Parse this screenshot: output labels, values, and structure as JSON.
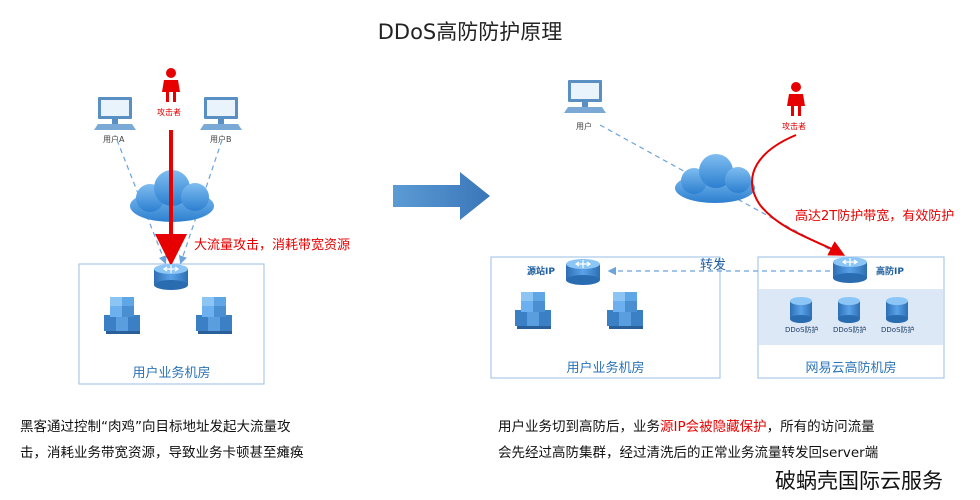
{
  "title": "DDoS高防防护原理",
  "left": {
    "user_a": "用户A",
    "user_b": "用户B",
    "attacker": "攻击者",
    "attack_caption": "大流量攻击，消耗带宽资源",
    "room_label": "用户业务机房",
    "description_line1": "黑客通过控制“肉鸡”向目标地址发起大流量攻",
    "description_line2": "击，消耗业务带宽资源，导致业务卡顿甚至瘫痪"
  },
  "right": {
    "user": "用户",
    "attacker": "攻击者",
    "bandwidth_caption": "高达2T防护带宽，有效防护",
    "origin_ip": "源站IP",
    "forward": "转发",
    "high_def_ip": "高防IP",
    "ddos_labels": [
      "DDoS防护",
      "DDoS防护",
      "DDoS防护"
    ],
    "user_room_label": "用户业务机房",
    "netease_room_label": "网易云高防机房",
    "description_line1_a": "用户业务切到高防后，业务",
    "description_line1_hl": "源IP会被隐藏保护",
    "description_line1_b": "，所有的访问流量",
    "description_line2": "会先经过高防集群，经过清洗后的正常业务流量转发回server端"
  },
  "brand": "破蜗壳国际云服务",
  "colors": {
    "attack_red": "#e60000",
    "flow_blue": "#5a9bd5",
    "box_border": "#9dc3e6",
    "cloud": "#3d8fd6",
    "arrow_blue": "#3f7fc0"
  }
}
